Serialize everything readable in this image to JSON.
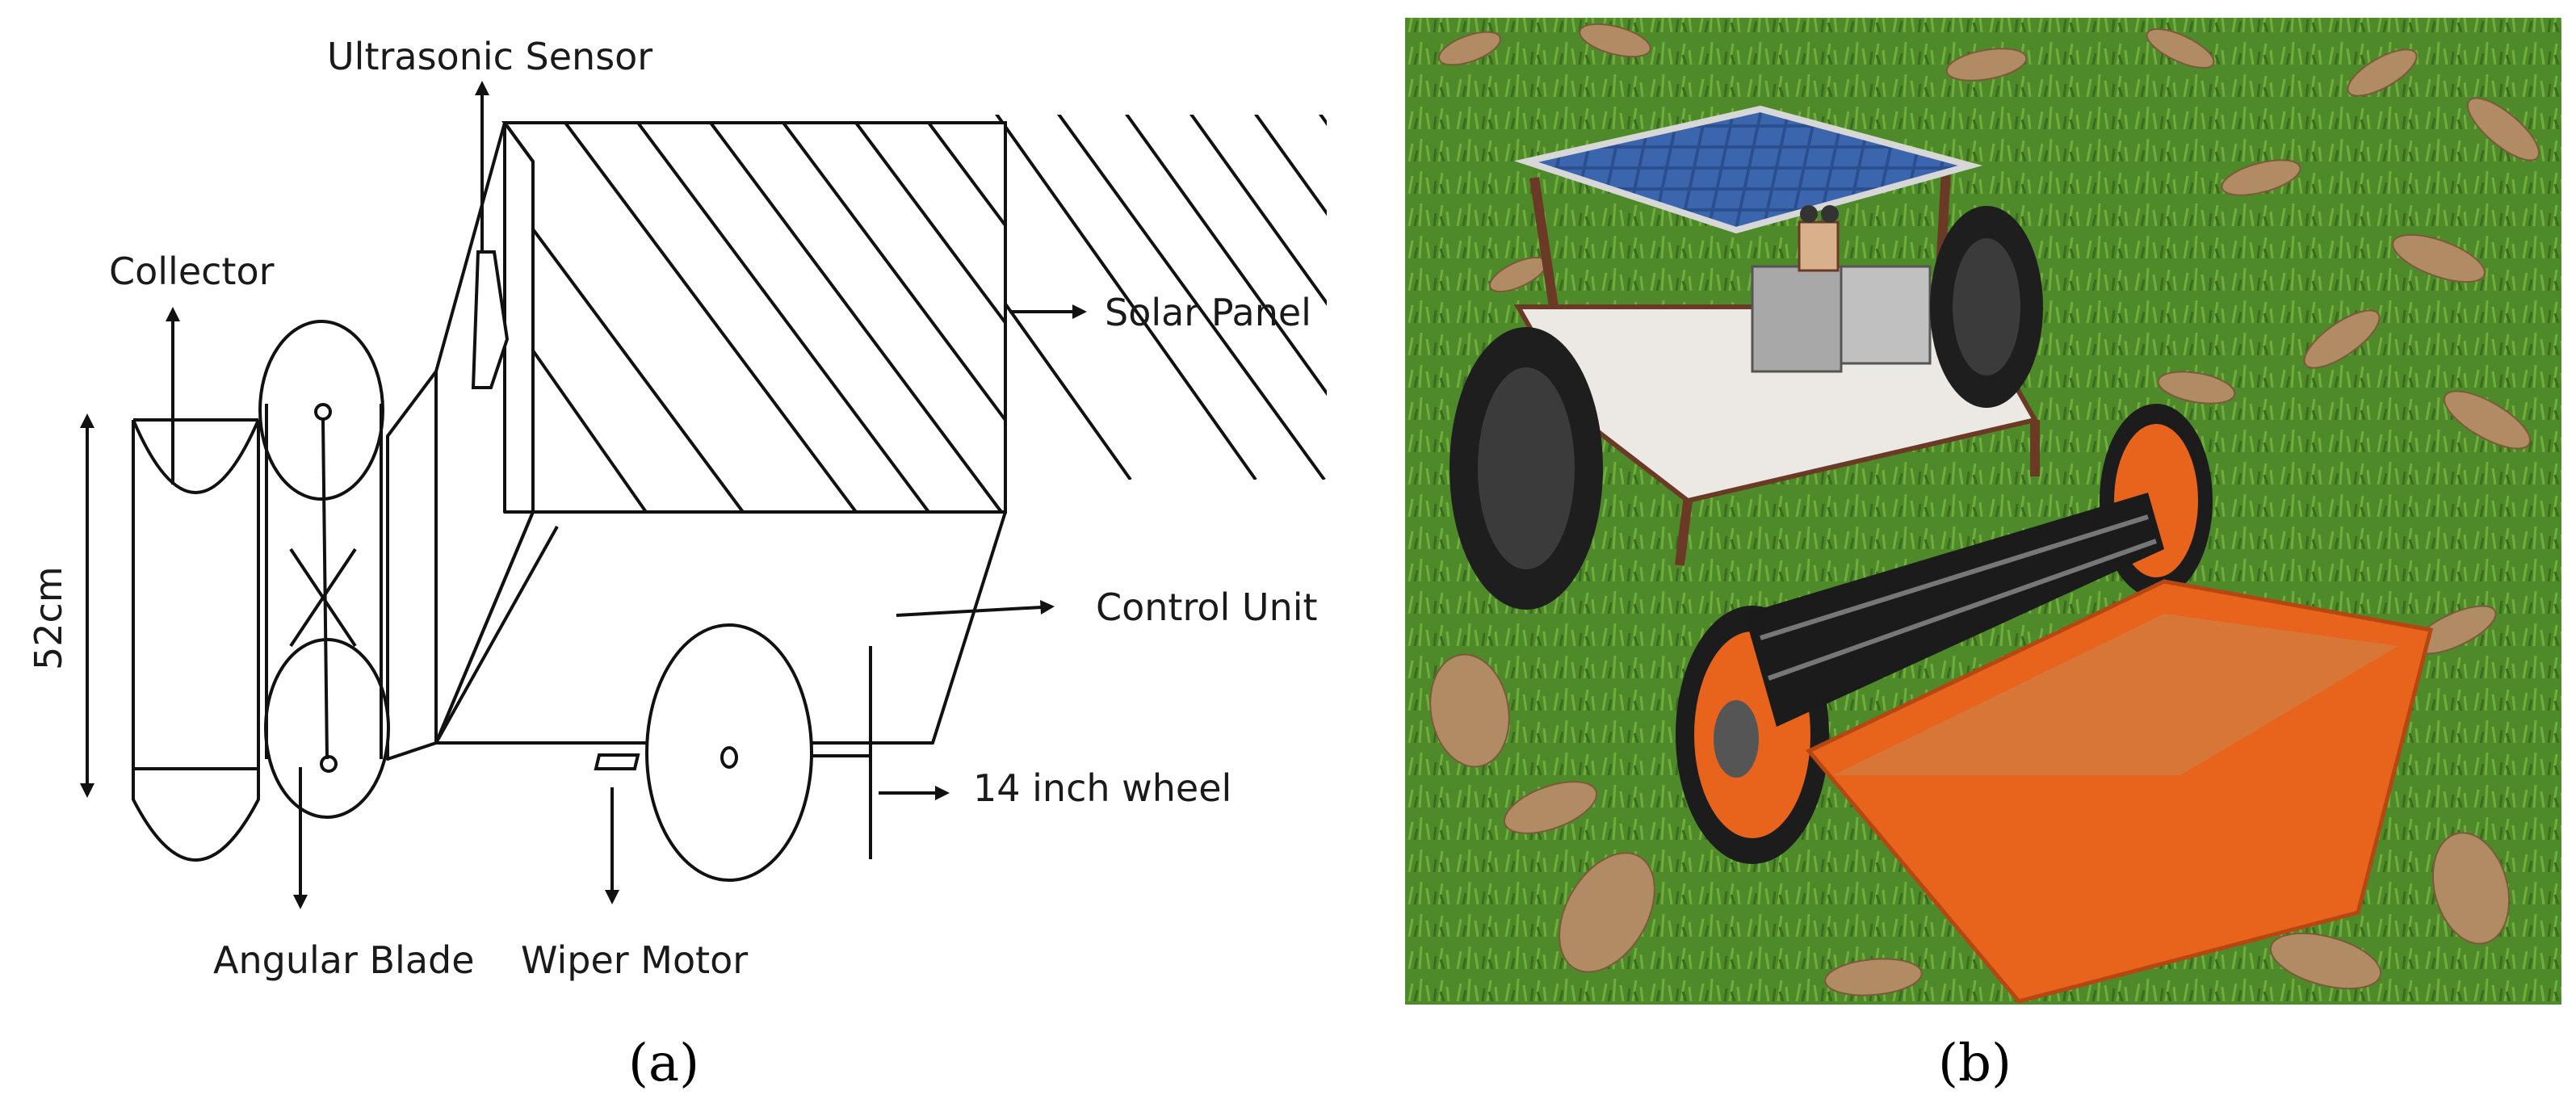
{
  "panel_a": {
    "labels": {
      "ultrasonic_sensor": "Ultrasonic Sensor",
      "collector": "Collector",
      "solar_panel": "Solar Panel",
      "control_unit": "Control Unit",
      "height": "52cm",
      "wheel": "14 inch wheel",
      "angular_blade": "Angular Blade",
      "wiper_motor": "Wiper Motor"
    },
    "caption": "(a)"
  },
  "panel_b": {
    "caption": "(b)"
  },
  "colors": {
    "grass": "#4f8a2a",
    "collector_orange": "#e8631c",
    "solar_blue": "#2b4f8e",
    "frame_brown": "#6b3a26"
  }
}
